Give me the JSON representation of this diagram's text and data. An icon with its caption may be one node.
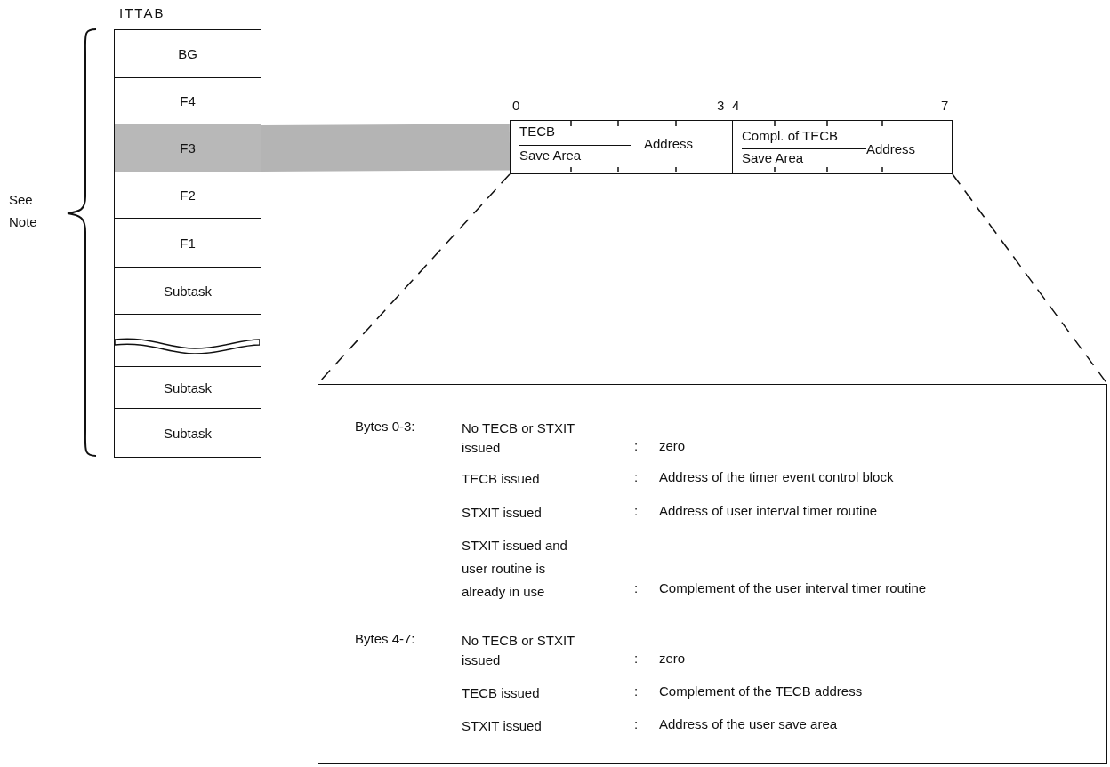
{
  "diagram": {
    "nodes": [
      {
        "text": [
          "ITTAB"
        ]
      },
      {
        "text": [
          "BG"
        ],
        "in": 0
      },
      {
        "text": [
          "F4"
        ],
        "in": 0
      },
      {
        "text": [
          "F3"
        ],
        "in": 0
      },
      {
        "text": [
          "F2"
        ],
        "in": 0
      },
      {
        "text": [
          "F1"
        ],
        "in": 0
      },
      {
        "text": [
          "Subtask"
        ],
        "in": 0
      },
      {
        "text": [],
        "shape": "box",
        "in": 0
      },
      {
        "text": [
          "Subtask"
        ],
        "in": 0
      },
      {
        "text": [
          "Subtask"
        ],
        "in": 0
      },
      {
        "text": [],
        "shape": "box"
      },
      {
        "text": [
          "TECB",
          "Save Area",
          "Address"
        ],
        "in": 10
      },
      {
        "text": [
          "Compl. of TECB",
          "Save Area",
          "Address"
        ],
        "in": 10
      },
      {
        "text": [
          "Bytes 0-3:",
          "No TECB or STXIT issued",
          ":",
          "zero",
          "TECB issued",
          ":",
          "Address of the timer event control block",
          "STXIT issued",
          ":",
          "Address of user interval timer routine",
          "STXIT issued and user routine is already in use",
          ":",
          "Complement of the user interval timer routine",
          "Bytes 4-7:",
          "No TECB or STXIT issued",
          ":",
          "zero",
          "TECB issued",
          ":",
          "Complement of the TECB address",
          "STXIT issued",
          ":",
          "Address of the user save area"
        ]
      }
    ],
    "edges": [
      {
        "from": 3,
        "to": 10,
        "arrow": "none",
        "style": "thick",
        "color": "#b4b4b4"
      },
      {
        "from": 10,
        "to": 13,
        "arrow": "none",
        "style": "dashed"
      },
      {
        "from": 10,
        "to": 13,
        "arrow": "none",
        "style": "dashed"
      }
    ],
    "labels": [
      "See Note",
      "0",
      "3",
      "4",
      "7"
    ]
  }
}
